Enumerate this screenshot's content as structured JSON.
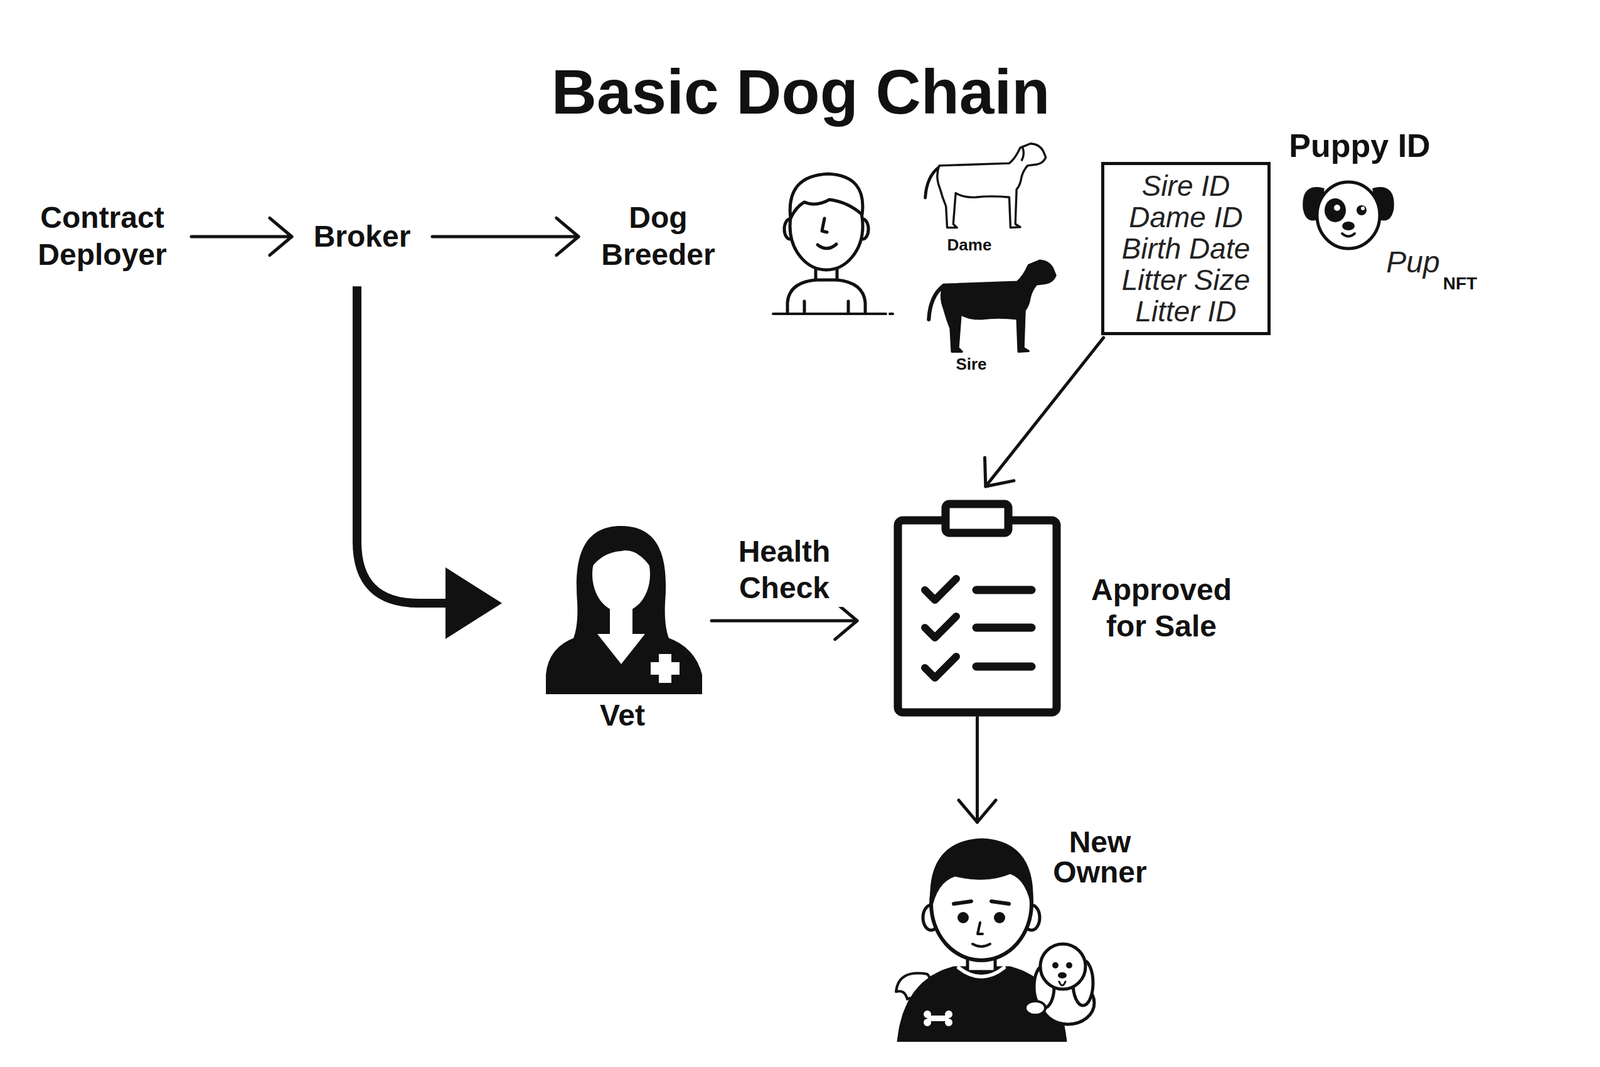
{
  "diagram": {
    "title": "Basic Dog Chain",
    "nodes": [
      {
        "text": [
          "Contract Deployer"
        ]
      },
      {
        "text": [
          "Broker"
        ]
      },
      {
        "text": [
          "Dog Breeder"
        ]
      },
      {
        "text": [
          "Sire ID",
          "Dame ID",
          "Birth Date",
          "Litter Size",
          "Litter ID"
        ]
      },
      {
        "text": [
          "Vet"
        ]
      },
      {
        "text": [
          "Approved for Sale"
        ]
      },
      {
        "text": [
          "New Owner"
        ]
      }
    ],
    "edges": [
      {
        "from": 0,
        "to": 1,
        "arrow": "to"
      },
      {
        "from": 1,
        "to": 2,
        "arrow": "to"
      },
      {
        "from": 1,
        "to": 4,
        "arrow": "to"
      },
      {
        "from": 4,
        "to": 5,
        "arrow": "to",
        "label": "Health Check"
      },
      {
        "from": 3,
        "to": 5,
        "arrow": "to"
      },
      {
        "from": 5,
        "to": 6,
        "arrow": "to"
      }
    ],
    "labels": [
      "Dame",
      "Sire",
      "Puppy ID",
      "Pup",
      "NFT"
    ]
  }
}
